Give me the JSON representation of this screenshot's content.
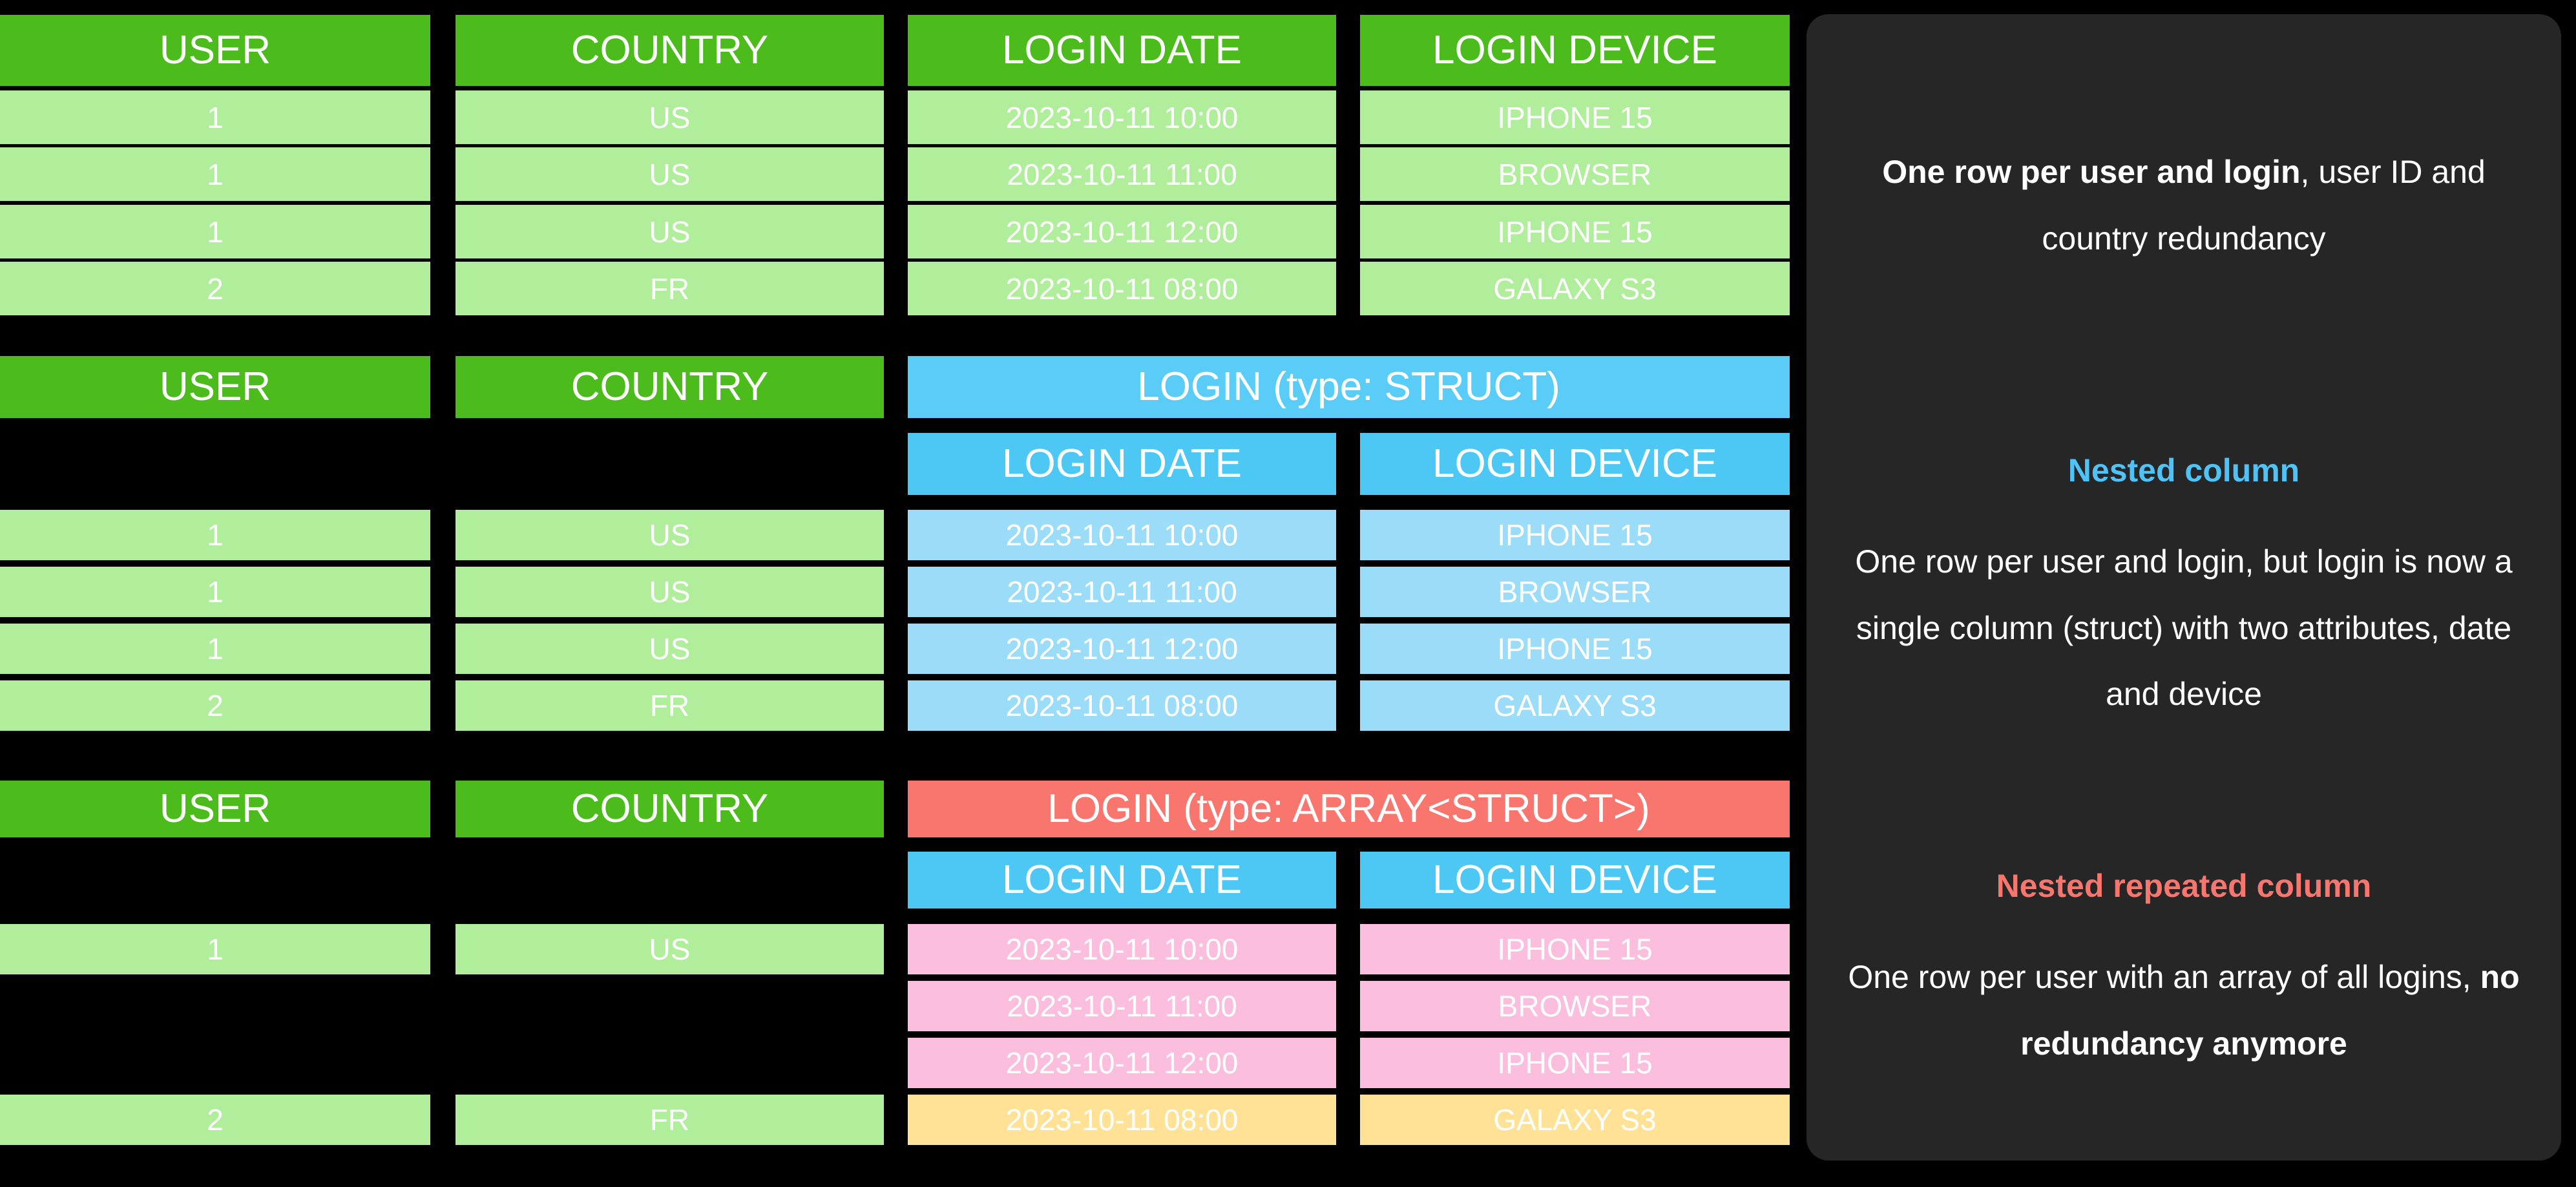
{
  "tables": [
    {
      "id": "flat-table",
      "headers": [
        "USER",
        "COUNTRY",
        "LOGIN DATE",
        "LOGIN DEVICE"
      ],
      "rows": [
        [
          "1",
          "US",
          "2023-10-11 10:00",
          "IPHONE 15"
        ],
        [
          "1",
          "US",
          "2023-10-11 11:00",
          "BROWSER"
        ],
        [
          "1",
          "US",
          "2023-10-11 12:00",
          "IPHONE 15"
        ],
        [
          "2",
          "FR",
          "2023-10-11 08:00",
          "GALAXY S3"
        ]
      ]
    },
    {
      "id": "struct-table",
      "headers": [
        "USER",
        "COUNTRY"
      ],
      "group_header": "LOGIN (type: STRUCT)",
      "sub_headers": [
        "LOGIN DATE",
        "LOGIN DEVICE"
      ],
      "rows": [
        [
          "1",
          "US",
          "2023-10-11 10:00",
          "IPHONE 15"
        ],
        [
          "1",
          "US",
          "2023-10-11 11:00",
          "BROWSER"
        ],
        [
          "1",
          "US",
          "2023-10-11 12:00",
          "IPHONE 15"
        ],
        [
          "2",
          "FR",
          "2023-10-11 08:00",
          "GALAXY S3"
        ]
      ]
    },
    {
      "id": "array-struct-table",
      "headers": [
        "USER",
        "COUNTRY"
      ],
      "group_header": "LOGIN (type: ARRAY<STRUCT>)",
      "sub_headers": [
        "LOGIN DATE",
        "LOGIN DEVICE"
      ],
      "user_rows": [
        {
          "user": "1",
          "country": "US"
        },
        {
          "user": "2",
          "country": "FR"
        }
      ],
      "logins": [
        {
          "date": "2023-10-11 10:00",
          "device": "IPHONE 15",
          "group": "a"
        },
        {
          "date": "2023-10-11 11:00",
          "device": "BROWSER",
          "group": "a"
        },
        {
          "date": "2023-10-11 12:00",
          "device": "IPHONE 15",
          "group": "a"
        },
        {
          "date": "2023-10-11 08:00",
          "device": "GALAXY S3",
          "group": "b"
        }
      ]
    }
  ],
  "notes": [
    {
      "title": "",
      "body_bold": "One row per user and login",
      "body_rest": ", user ID and country redundancy"
    },
    {
      "title": "Nested column",
      "body_bold": "",
      "body_rest": "One row per user and login, but login is now a single column (struct) with two attributes, date and device"
    },
    {
      "title": "Nested repeated column",
      "body_bold": "",
      "body_rest": "One row per user with an array of all logins, ",
      "body_bold2": "no redundancy anymore"
    }
  ],
  "colors": {
    "background": "#000000",
    "header_green": "#4CBB1C",
    "value_green": "#B0EE9B",
    "header_blue": "#59CDF7",
    "value_blue": "#9BDDF9",
    "header_red": "#F8766D",
    "value_pink": "#FBBEDD",
    "value_orange": "#FFE296",
    "panel_dark": "#262626",
    "accent_blue_text": "#4FC3F7",
    "accent_red_text": "#F8766D"
  }
}
